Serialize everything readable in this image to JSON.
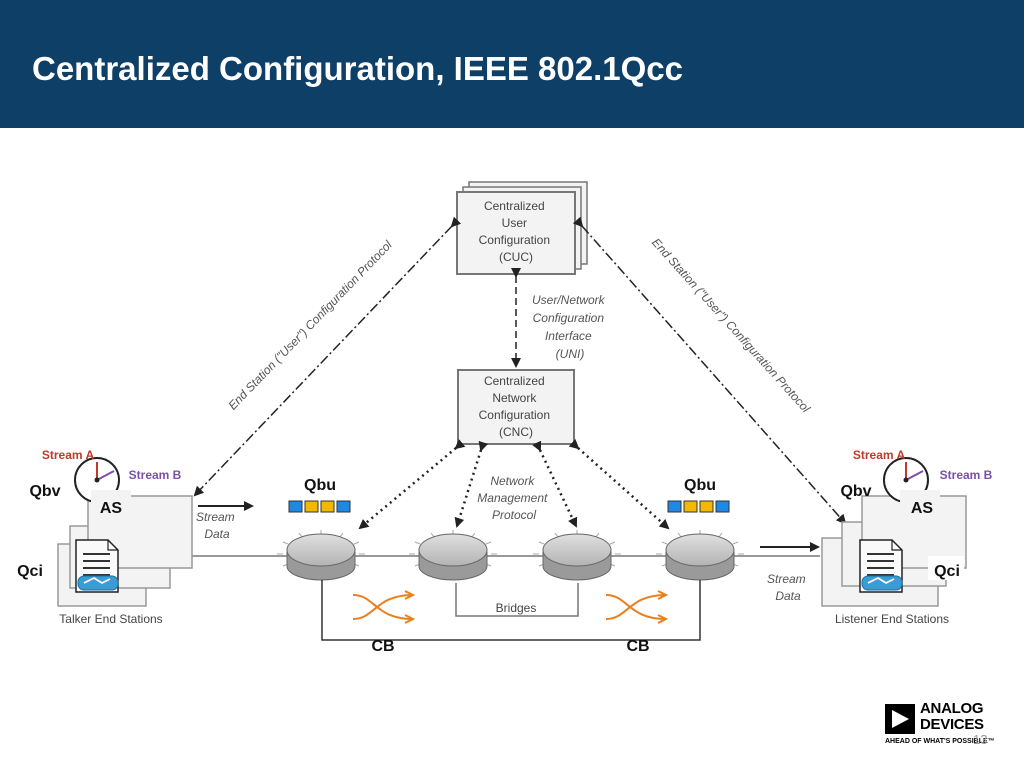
{
  "slide": {
    "title": "Centralized Configuration, IEEE 802.1Qcc",
    "page_number": "13"
  },
  "diagram": {
    "cuc_lines": [
      "Centralized",
      "User",
      "Configuration",
      "(CUC)"
    ],
    "cnc_lines": [
      "Centralized",
      "Network",
      "Configuration",
      "(CNC)"
    ],
    "uni_lines": [
      "User/Network",
      "Configuration",
      "Interface",
      "(UNI)"
    ],
    "nmp_lines": [
      "Network",
      "Management",
      "Protocol"
    ],
    "es_protocol_left": "End Station (\"User\") Configuration Protocol",
    "es_protocol_right": "End Station (\"User\") Configuration Protocol",
    "stream_data_left": [
      "Stream",
      "Data"
    ],
    "stream_data_right": [
      "Stream",
      "Data"
    ],
    "talker_label": "Talker End Stations",
    "listener_label": "Listener End Stations",
    "bridges_label": "Bridges",
    "stream_a": "Stream A",
    "stream_b": "Stream B",
    "qbv": "Qbv",
    "as": "AS",
    "qci": "Qci",
    "qbu": "Qbu",
    "cb": "CB"
  },
  "colors": {
    "header_bg": "#0e3f66",
    "stream_a": "#c0392b",
    "stream_b": "#7b4fa8",
    "queue_blue": "#1e88e5",
    "queue_yellow": "#f5b800",
    "cb_orange": "#e8801e"
  },
  "logo": {
    "line1": "ANALOG",
    "line2": "DEVICES",
    "tagline": "AHEAD OF WHAT'S POSSIBLE™"
  }
}
